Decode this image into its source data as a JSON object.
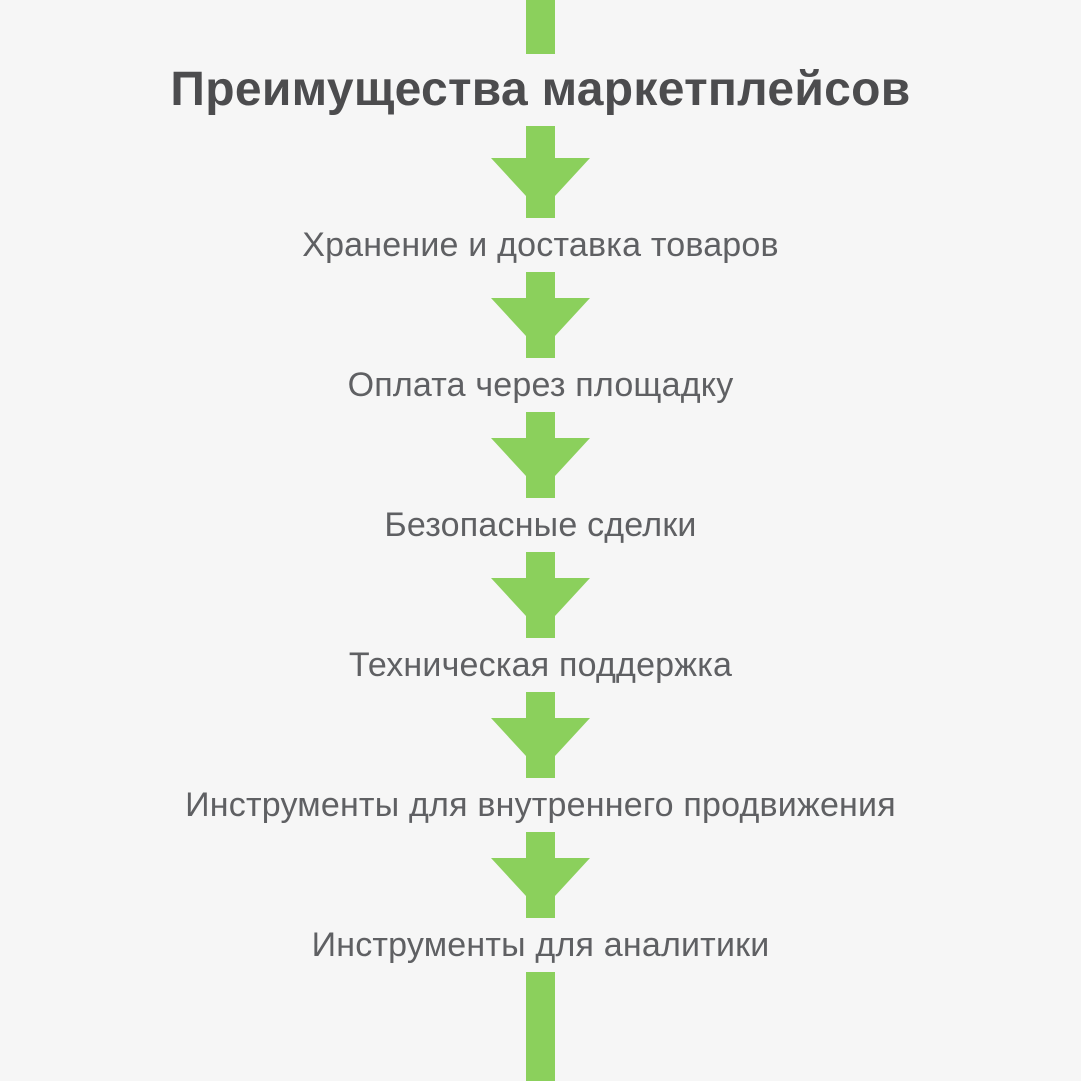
{
  "page": {
    "title": "Преимущества маркетплейсов",
    "background_color": "#f6f6f6",
    "accent_color": "#8BD05C",
    "title_color": "#4c4c4e",
    "item_text_color": "#5f6063"
  },
  "flow": {
    "connector_icon": "down-arrow-icon",
    "steps": [
      {
        "label": "Хранение и доставка товаров"
      },
      {
        "label": "Оплата через площадку"
      },
      {
        "label": "Безопасные сделки"
      },
      {
        "label": "Техническая поддержка"
      },
      {
        "label": "Инструменты для внутреннего продвижения"
      },
      {
        "label": "Инструменты для аналитики"
      }
    ]
  }
}
